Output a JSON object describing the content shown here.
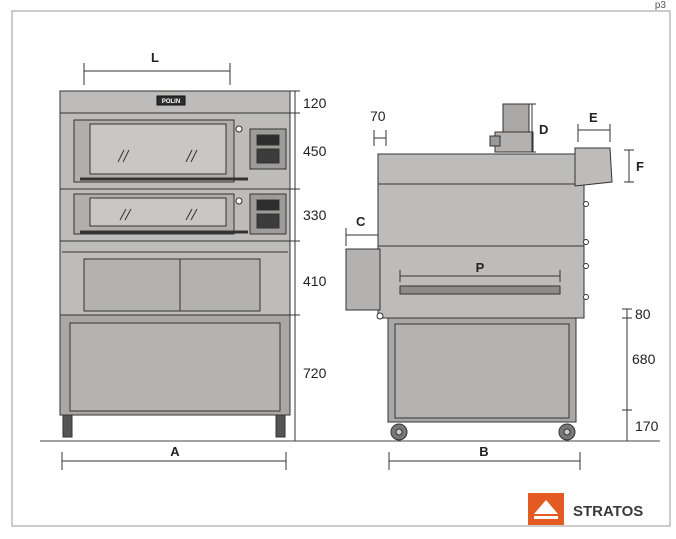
{
  "page": {
    "corner_text": "p3",
    "panel_border": "#9a9a9a",
    "oven_fill": "#bdbcba",
    "oven_fill_dark": "#a9a8a6",
    "oven_stroke": "#333333",
    "glass_fill": "#c8c7c4"
  },
  "front_view": {
    "brand_plate": "POLIN",
    "label_width": "L",
    "label_total_width": "A",
    "heights": [
      "120",
      "450",
      "330",
      "410",
      "720"
    ]
  },
  "side_view": {
    "label_70": "70",
    "label_d": "D",
    "label_e": "E",
    "label_f": "F",
    "label_c": "C",
    "label_p": "P",
    "label_depth": "B",
    "heights": [
      "80",
      "680",
      "170"
    ]
  },
  "logo": {
    "text": "STRATOS",
    "color": "#e35a22",
    "icon": "up-triangle-icon"
  }
}
